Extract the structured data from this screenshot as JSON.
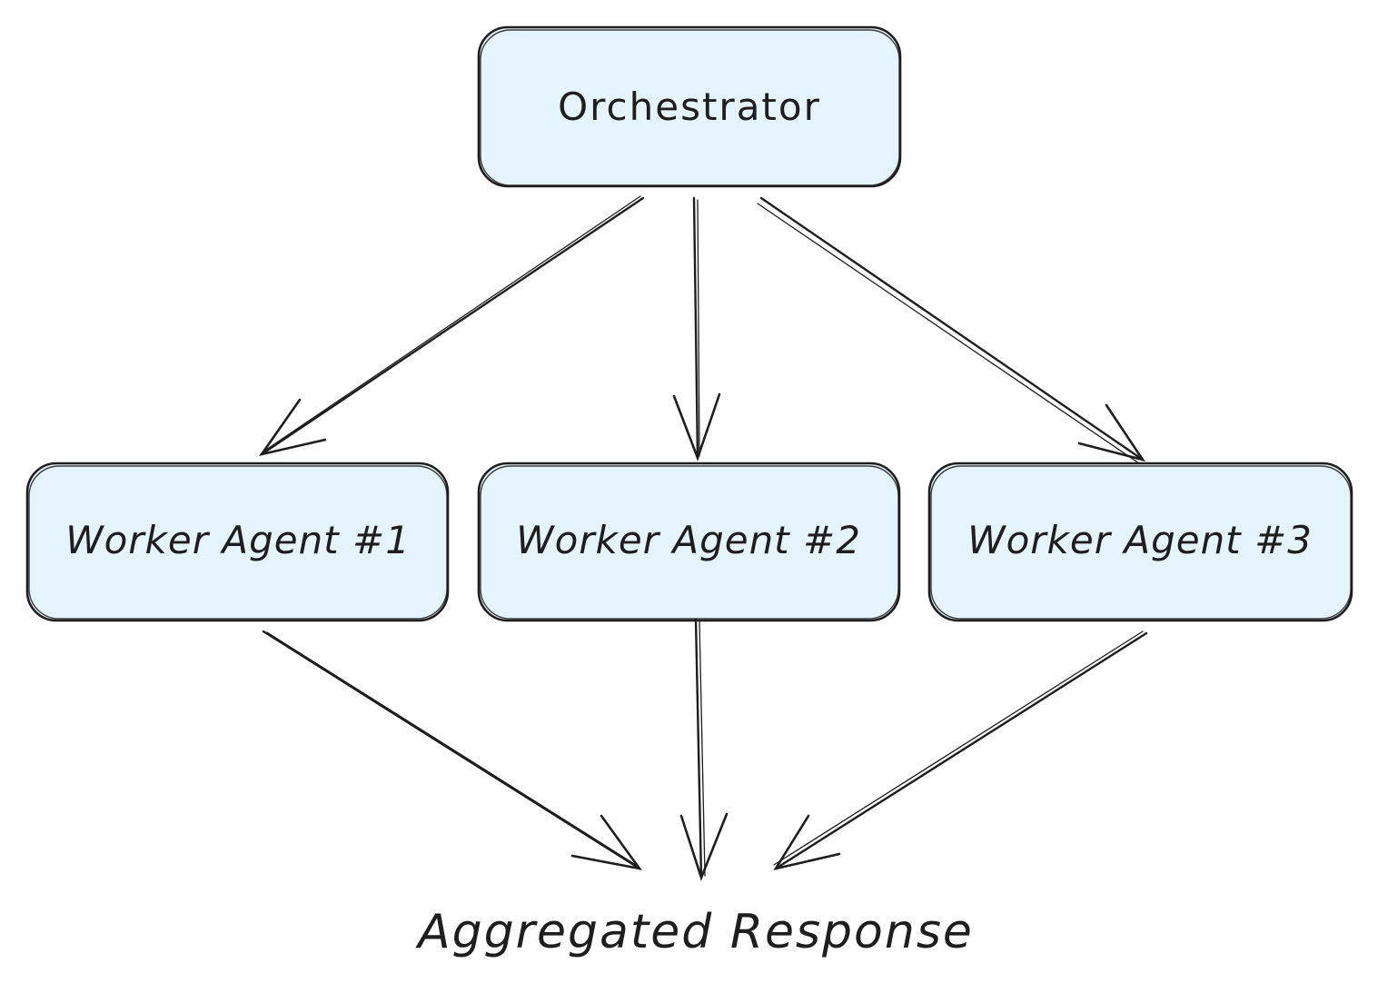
{
  "diagram": {
    "nodes": {
      "orchestrator": "Orchestrator",
      "worker_1": "Worker Agent #1",
      "worker_2": "Worker Agent #2",
      "worker_3": "Worker Agent #3"
    },
    "output_label": "Aggregated Response",
    "colors": {
      "box_fill": "#e5f3fd",
      "stroke": "#1e1e1e",
      "background": "#ffffff"
    },
    "edges": [
      {
        "from": "Orchestrator",
        "to": "Worker Agent #1"
      },
      {
        "from": "Orchestrator",
        "to": "Worker Agent #2"
      },
      {
        "from": "Orchestrator",
        "to": "Worker Agent #3"
      },
      {
        "from": "Worker Agent #1",
        "to": "Aggregated Response"
      },
      {
        "from": "Worker Agent #2",
        "to": "Aggregated Response"
      },
      {
        "from": "Worker Agent #3",
        "to": "Aggregated Response"
      }
    ]
  }
}
